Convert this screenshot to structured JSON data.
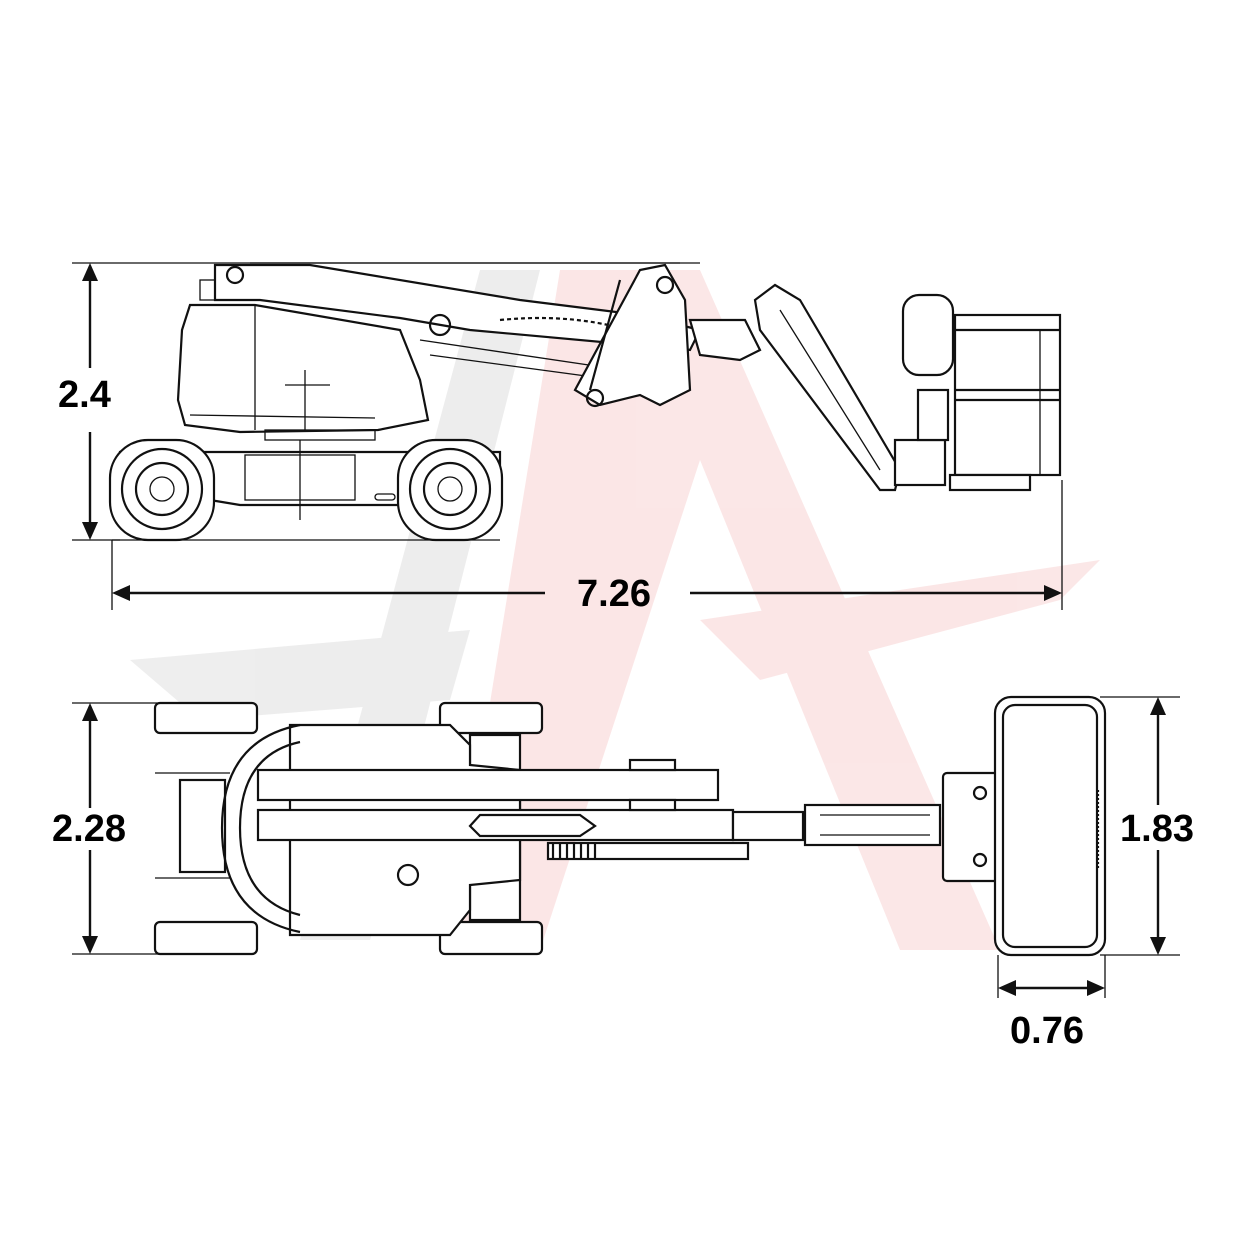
{
  "dimensions": {
    "height": "2.4",
    "length": "7.26",
    "width": "2.28",
    "platform_width": "1.83",
    "platform_depth": "0.76"
  },
  "colors": {
    "line": "#111111",
    "watermark_red": "#f6d2d2",
    "watermark_gray": "#e6e6e6"
  }
}
